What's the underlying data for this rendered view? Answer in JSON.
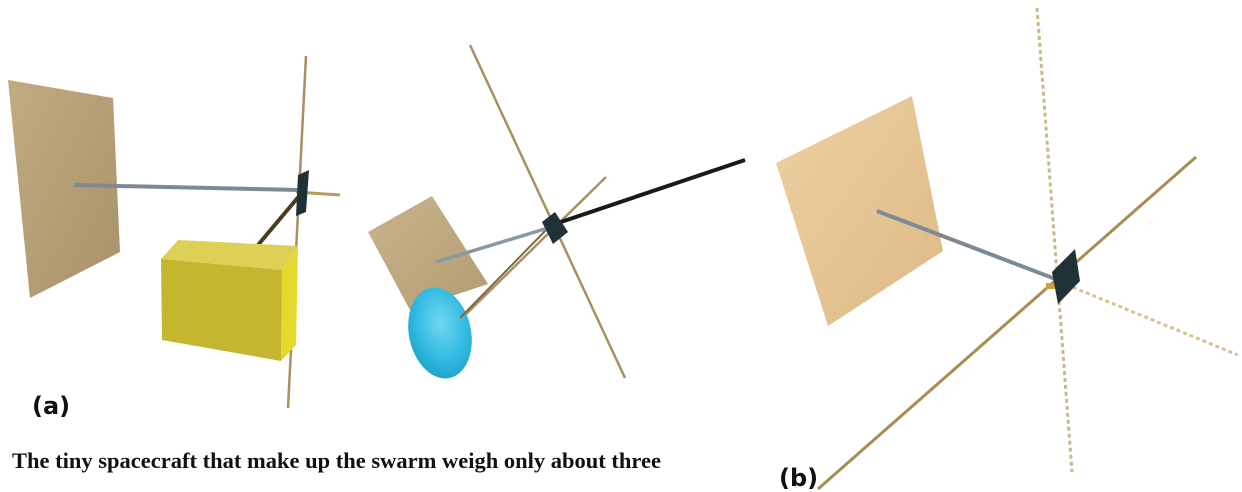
{
  "figure": {
    "label_a": "(a)",
    "label_b": "(b)",
    "caption_text": "The tiny spacecraft that make up the swarm weigh only about three"
  },
  "colors": {
    "sail_tan": "#bba478",
    "sail_light": "#e7c898",
    "solar_box": "#c9b52a",
    "dish": "#32bde0",
    "boom_steel": "#7d8a94",
    "antenna_gold": "#a89060",
    "body_dark": "#1f3238"
  }
}
